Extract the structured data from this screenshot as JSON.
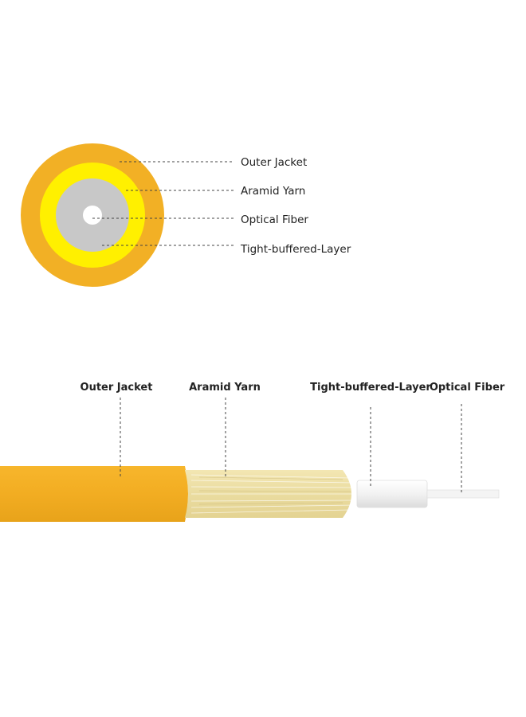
{
  "cross_section": {
    "labels": {
      "outer_jacket": "Outer Jacket",
      "aramid_yarn": "Aramid Yarn",
      "optical_fiber": "Optical Fiber",
      "tight_buffered_layer": "Tight-buffered-Layer"
    }
  },
  "side_view": {
    "labels": {
      "outer_jacket": "Outer Jacket",
      "aramid_yarn": "Aramid Yarn",
      "tight_buffered_layer": "Tight-buffered-Layer",
      "optical_fiber": "Optical Fiber"
    }
  },
  "colors": {
    "jacket": "#f2b025",
    "yarn": "#fff000",
    "buffer": "#c8c8c8",
    "fiber_core": "#ffffff",
    "leader_line": "#444444"
  }
}
